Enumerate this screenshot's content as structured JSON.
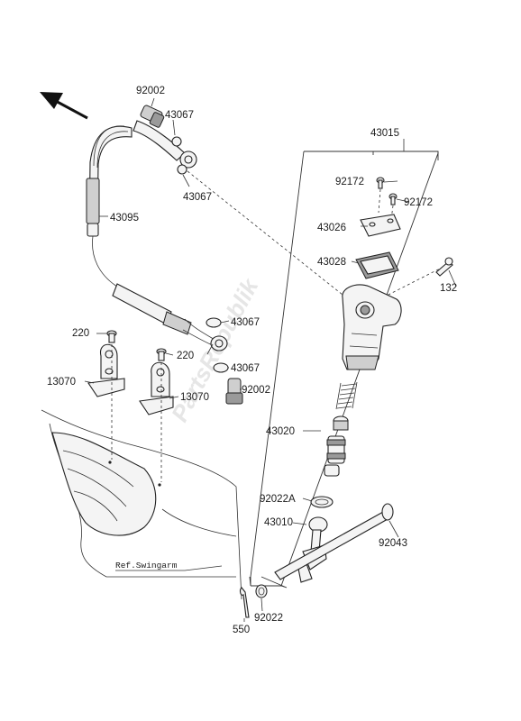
{
  "callouts": {
    "p92002_top": "92002",
    "p43067_a": "43067",
    "p43067_b": "43067",
    "p43095": "43095",
    "p43015": "43015",
    "p92172_a": "92172",
    "p92172_b": "92172",
    "p43026": "43026",
    "p43028": "43028",
    "p132": "132",
    "p43067_c": "43067",
    "p43067_d": "43067",
    "p220_a": "220",
    "p220_b": "220",
    "p13070_a": "13070",
    "p13070_b": "13070",
    "p92002_b": "92002",
    "p43020": "43020",
    "p92022A": "92022A",
    "p43010": "43010",
    "p92043": "92043",
    "p550": "550",
    "p92022": "92022"
  },
  "reference_note": "Ref.Swingarm",
  "watermark": "PartsRepublik"
}
